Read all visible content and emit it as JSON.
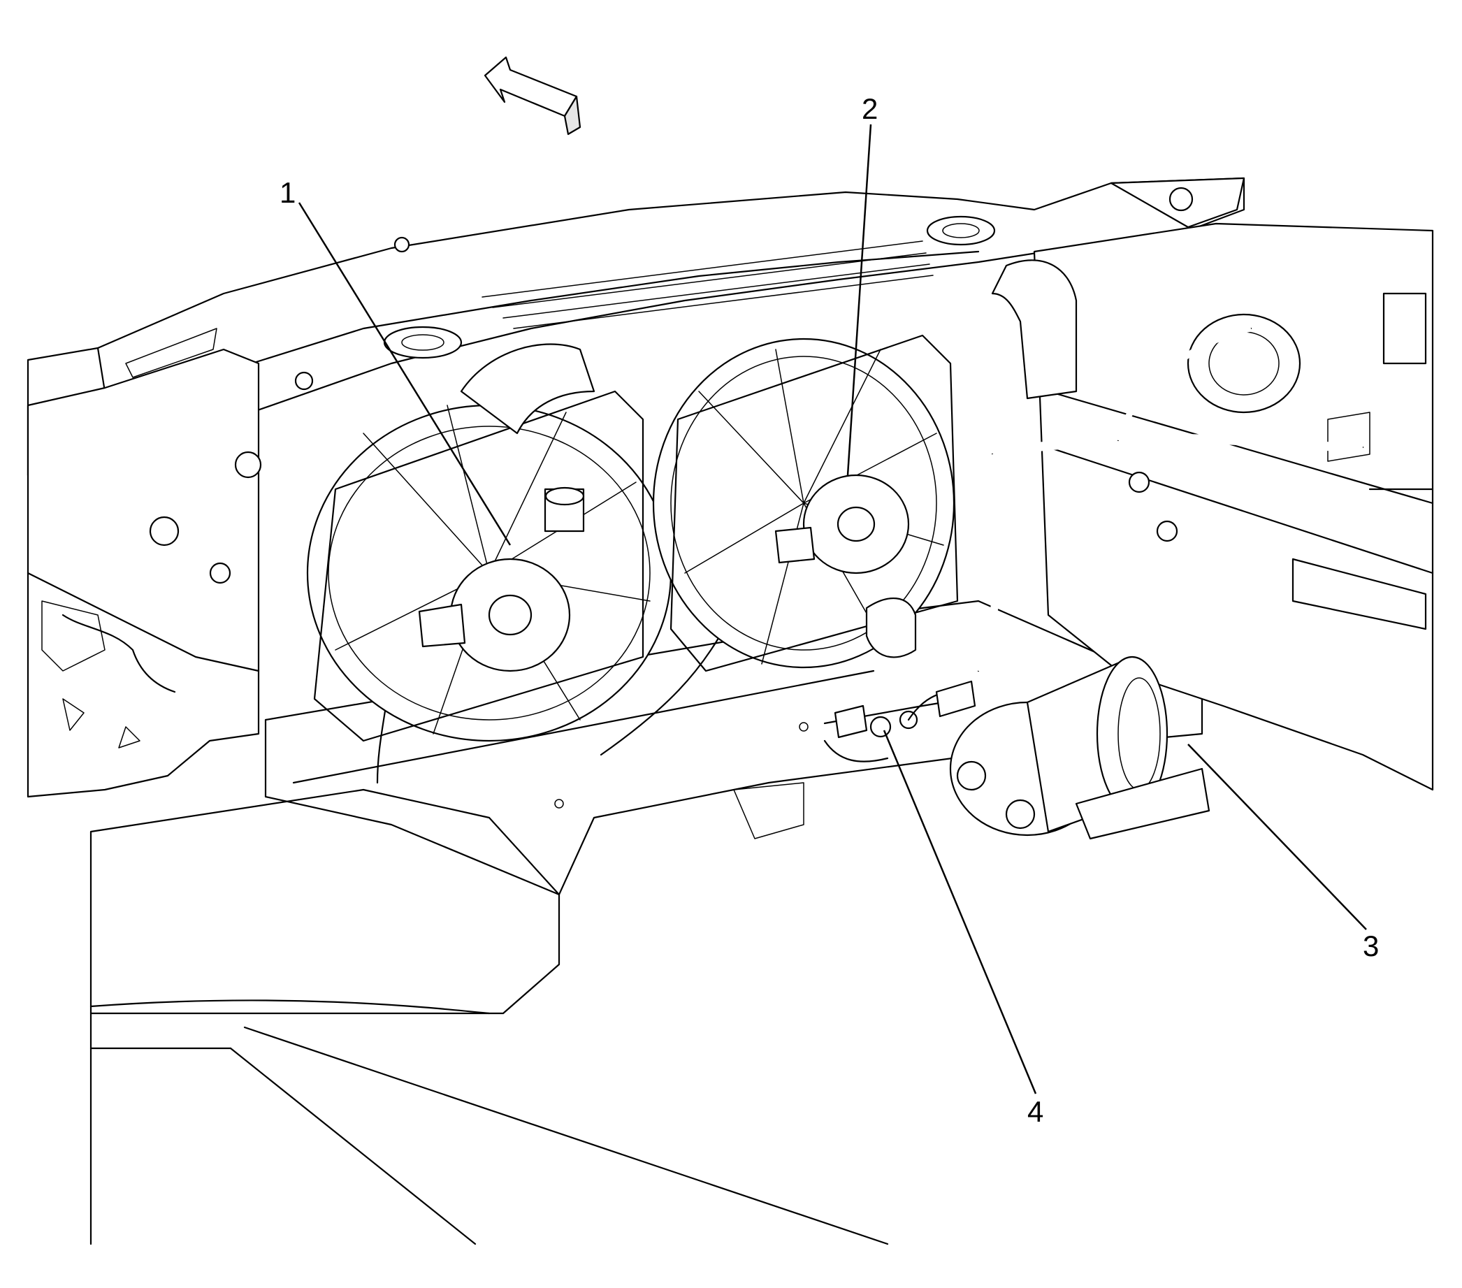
{
  "callouts": [
    {
      "id": "1",
      "label": "1"
    },
    {
      "id": "2",
      "label": "2"
    },
    {
      "id": "3",
      "label": "3"
    },
    {
      "id": "4",
      "label": "4"
    }
  ],
  "icons": {
    "direction_arrow": "forward-direction-arrow-icon"
  },
  "colors": {
    "line": "#000000",
    "background": "#ffffff"
  }
}
